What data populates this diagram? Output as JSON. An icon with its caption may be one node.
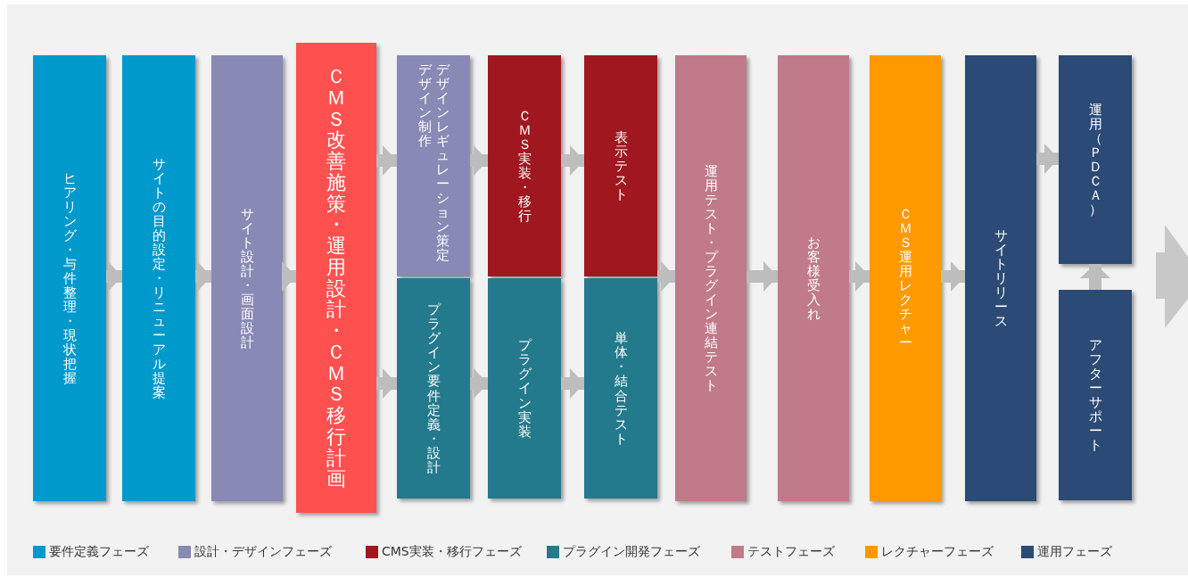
{
  "diagram": {
    "nodes": [
      {
        "text": [
          "ヒアリング・与件整理・現状把握"
        ]
      },
      {
        "text": [
          "サイトの目的設定・リニューアル提案"
        ]
      },
      {
        "text": [
          "サイト設計・画面設計"
        ]
      },
      {
        "text": [
          "ＣＭＳ改善施策・運用設計・ＣＭＳ移行計画"
        ]
      },
      {
        "text": [
          "デザインレギュレーション策定デザイン制作"
        ]
      },
      {
        "text": [
          "ＣＭＳ実装・移行"
        ]
      },
      {
        "text": [
          "表示テスト"
        ]
      },
      {
        "text": [
          "プラグイン要件定義・設計"
        ]
      },
      {
        "text": [
          "プラグイン実装"
        ]
      },
      {
        "text": [
          "単体・結合テスト"
        ]
      },
      {
        "text": [
          "運用テスト・プラグイン連結テスト"
        ]
      },
      {
        "text": [
          "お客様受入れ"
        ]
      },
      {
        "text": [
          "ＣＭＳ運用レクチャー"
        ]
      },
      {
        "text": [
          "サイトリリース"
        ]
      },
      {
        "text": [
          "運用（ＰＤＣＡ）"
        ]
      },
      {
        "text": [
          "アフターサポート"
        ]
      }
    ],
    "edges": [
      {
        "from": 0,
        "to": 1,
        "arrow": "to"
      },
      {
        "from": 1,
        "to": 2,
        "arrow": "to"
      },
      {
        "from": 2,
        "to": 3,
        "arrow": "to"
      },
      {
        "from": 3,
        "to": 4,
        "arrow": "to"
      },
      {
        "from": 3,
        "to": 7,
        "arrow": "to"
      },
      {
        "from": 4,
        "to": 5,
        "arrow": "to"
      },
      {
        "from": 5,
        "to": 6,
        "arrow": "to"
      },
      {
        "from": 7,
        "to": 8,
        "arrow": "to"
      },
      {
        "from": 8,
        "to": 9,
        "arrow": "to"
      },
      {
        "from": 6,
        "to": 10,
        "arrow": "to"
      },
      {
        "from": 9,
        "to": 10,
        "arrow": "to"
      },
      {
        "from": 10,
        "to": 11,
        "arrow": "to"
      },
      {
        "from": 11,
        "to": 12,
        "arrow": "to"
      },
      {
        "from": 12,
        "to": 13,
        "arrow": "to"
      },
      {
        "from": 13,
        "to": 14,
        "arrow": "to"
      },
      {
        "from": 15,
        "to": 14,
        "arrow": "to"
      }
    ],
    "legend": [
      {
        "text": "要件定義フェーズ",
        "color": "#0099cc"
      },
      {
        "text": "設計・デザインフェーズ",
        "color": "#8889b4"
      },
      {
        "text": "CMS実装・移行フェーズ",
        "color": "#a0171f"
      },
      {
        "text": "プラグイン開発フェーズ",
        "color": "#237a8c"
      },
      {
        "text": "テストフェーズ",
        "color": "#c07a89"
      },
      {
        "text": "レクチャーフェーズ",
        "color": "#ff9900"
      },
      {
        "text": "運用フェーズ",
        "color": "#2b4a75"
      }
    ]
  }
}
